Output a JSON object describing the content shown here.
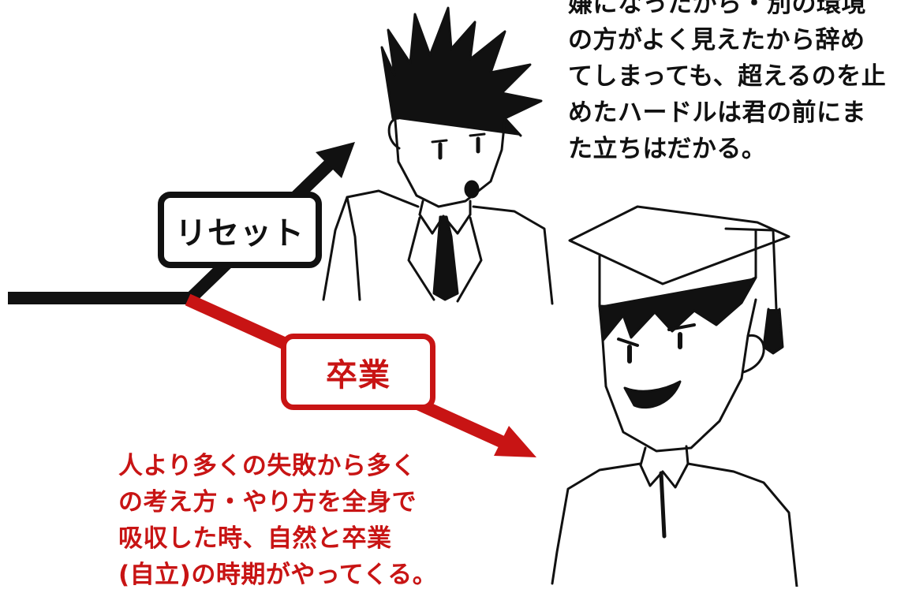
{
  "labels": {
    "reset": "リセット",
    "graduation": "卒業"
  },
  "captions": {
    "top": "嫌になったから・別の環境\nの方がよく見えたから辞め\nてしまっても、超えるのを止\nめたハードルは君の前にま\nた立ちはだかる。",
    "bottom": "人より多くの失敗から多く\nの考え方・やり方を全身で\n吸収した時、自然と卒業\n(自立)の時期がやってくる。"
  },
  "colors": {
    "ink": "#111111",
    "accent_red": "#c81414",
    "paper": "#ffffff"
  },
  "illustration": {
    "character_top": "young-man-in-suit-sketch",
    "character_bottom": "graduate-in-mortarboard-sketch"
  }
}
